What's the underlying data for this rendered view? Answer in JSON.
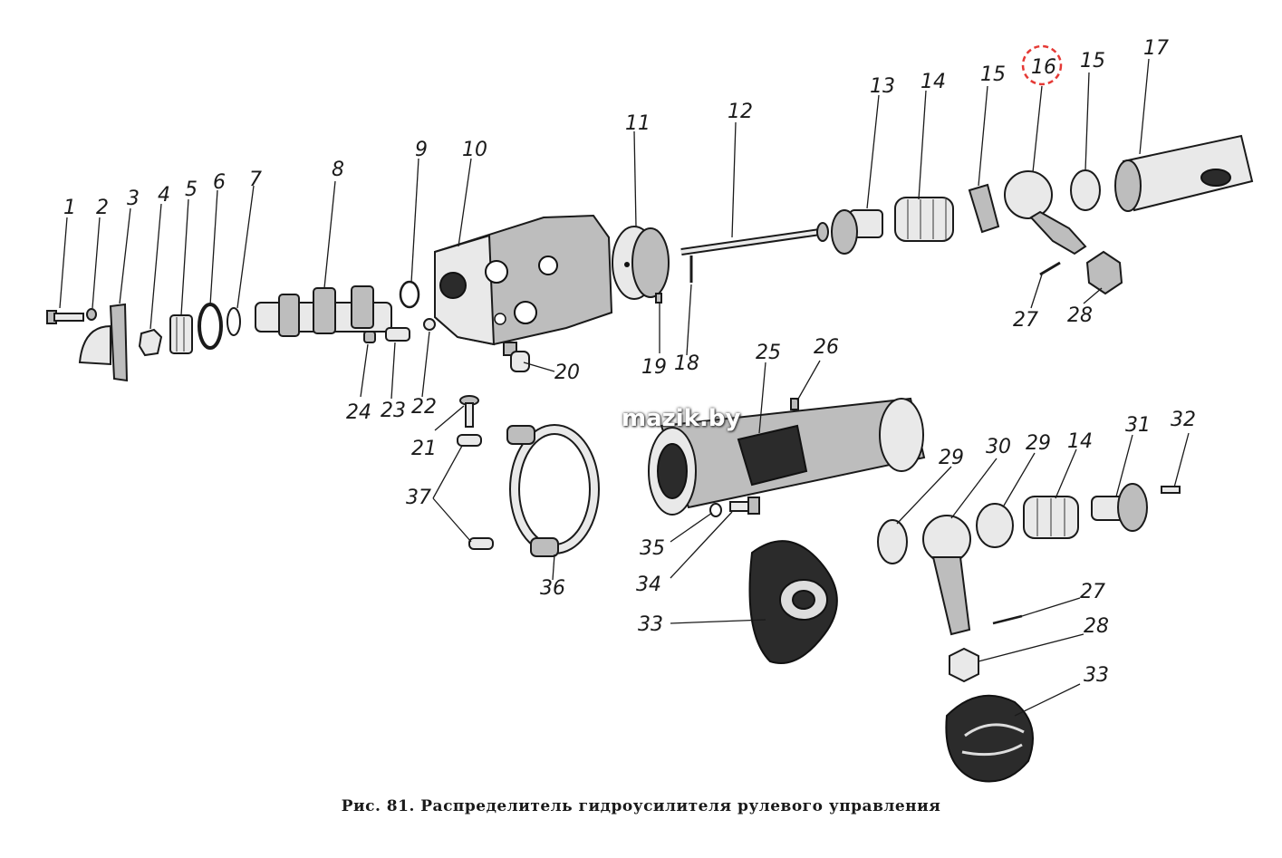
{
  "caption": "Рис. 81. Распределитель гидроусилителя рулевого управления",
  "watermark": "mazik.by",
  "highlight_color": "#e53935",
  "callouts": {
    "n1": "1",
    "n2": "2",
    "n3": "3",
    "n4": "4",
    "n5": "5",
    "n6": "6",
    "n7": "7",
    "n8": "8",
    "n9": "9",
    "n10": "10",
    "n11": "11",
    "n12": "12",
    "n13": "13",
    "n14a": "14",
    "n15a": "15",
    "n16": "16",
    "n15b": "15",
    "n17": "17",
    "n27a": "27",
    "n28a": "28",
    "n20": "20",
    "n19": "19",
    "n18": "18",
    "n24": "24",
    "n23": "23",
    "n22": "22",
    "n21": "21",
    "n37": "37",
    "n36": "36",
    "n25": "25",
    "n26": "26",
    "n35": "35",
    "n34": "34",
    "n33a": "33",
    "n29a": "29",
    "n30": "30",
    "n29b": "29",
    "n14b": "14",
    "n31": "31",
    "n32": "32",
    "n27b": "27",
    "n28b": "28",
    "n33b": "33"
  }
}
